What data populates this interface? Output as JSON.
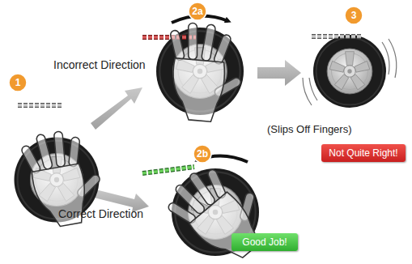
{
  "diagram": {
    "nodes": [
      {
        "text": [
          "Not Quite Right!"
        ]
      },
      {
        "text": [
          "Good Job!"
        ]
      }
    ],
    "labels": [
      "1",
      "2a",
      "Incorrect Direction",
      "3",
      "(Slips Off Fingers)",
      "2b",
      "Correct Direction"
    ]
  }
}
